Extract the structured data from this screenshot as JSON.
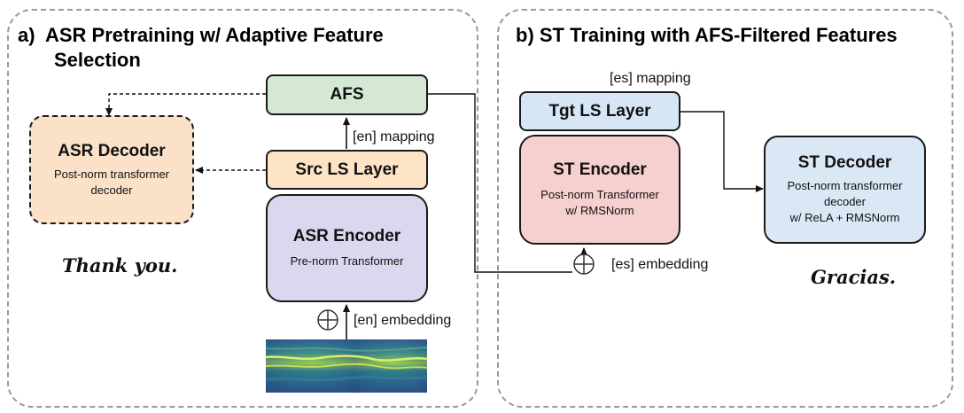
{
  "panel_a": {
    "title_line1": "a)  ASR Pretraining w/ Adaptive Feature",
    "title_line2": "Selection",
    "afs": "AFS",
    "src_ls": "Src LS Layer",
    "asr_encoder": {
      "title": "ASR Encoder",
      "subtitle": "Pre-norm Transformer"
    },
    "asr_decoder": {
      "title": "ASR Decoder",
      "subtitle_line1": "Post-norm transformer",
      "subtitle_line2": "decoder"
    },
    "en_mapping": "[en] mapping",
    "en_embedding": "[en] embedding",
    "output_text": "Thank you."
  },
  "panel_b": {
    "title": "b) ST Training with AFS-Filtered Features",
    "tgt_ls": "Tgt LS Layer",
    "es_mapping": "[es] mapping",
    "st_encoder": {
      "title": "ST Encoder",
      "subtitle_line1": "Post-norm Transformer",
      "subtitle_line2": "w/ RMSNorm"
    },
    "st_decoder": {
      "title": "ST Decoder",
      "subtitle_line1": "Post-norm transformer",
      "subtitle_line2": "decoder",
      "subtitle_line3": "w/ ReLA + RMSNorm"
    },
    "es_embedding": "[es] embedding",
    "output_text": "Gracias."
  },
  "colors": {
    "afs_fill": "#d5e8d4",
    "ls_fill": "#fce4c4",
    "asr_encoder_fill": "#dcd6ee",
    "asr_decoder_fill": "#fbe1c8",
    "tgt_ls_fill": "#d6e6f4",
    "st_encoder_fill": "#f6cfcf",
    "st_decoder_fill": "#dae8f6"
  },
  "icons": [
    "spectrogram-image",
    "plus-circle-icon",
    "arrow-icon"
  ]
}
